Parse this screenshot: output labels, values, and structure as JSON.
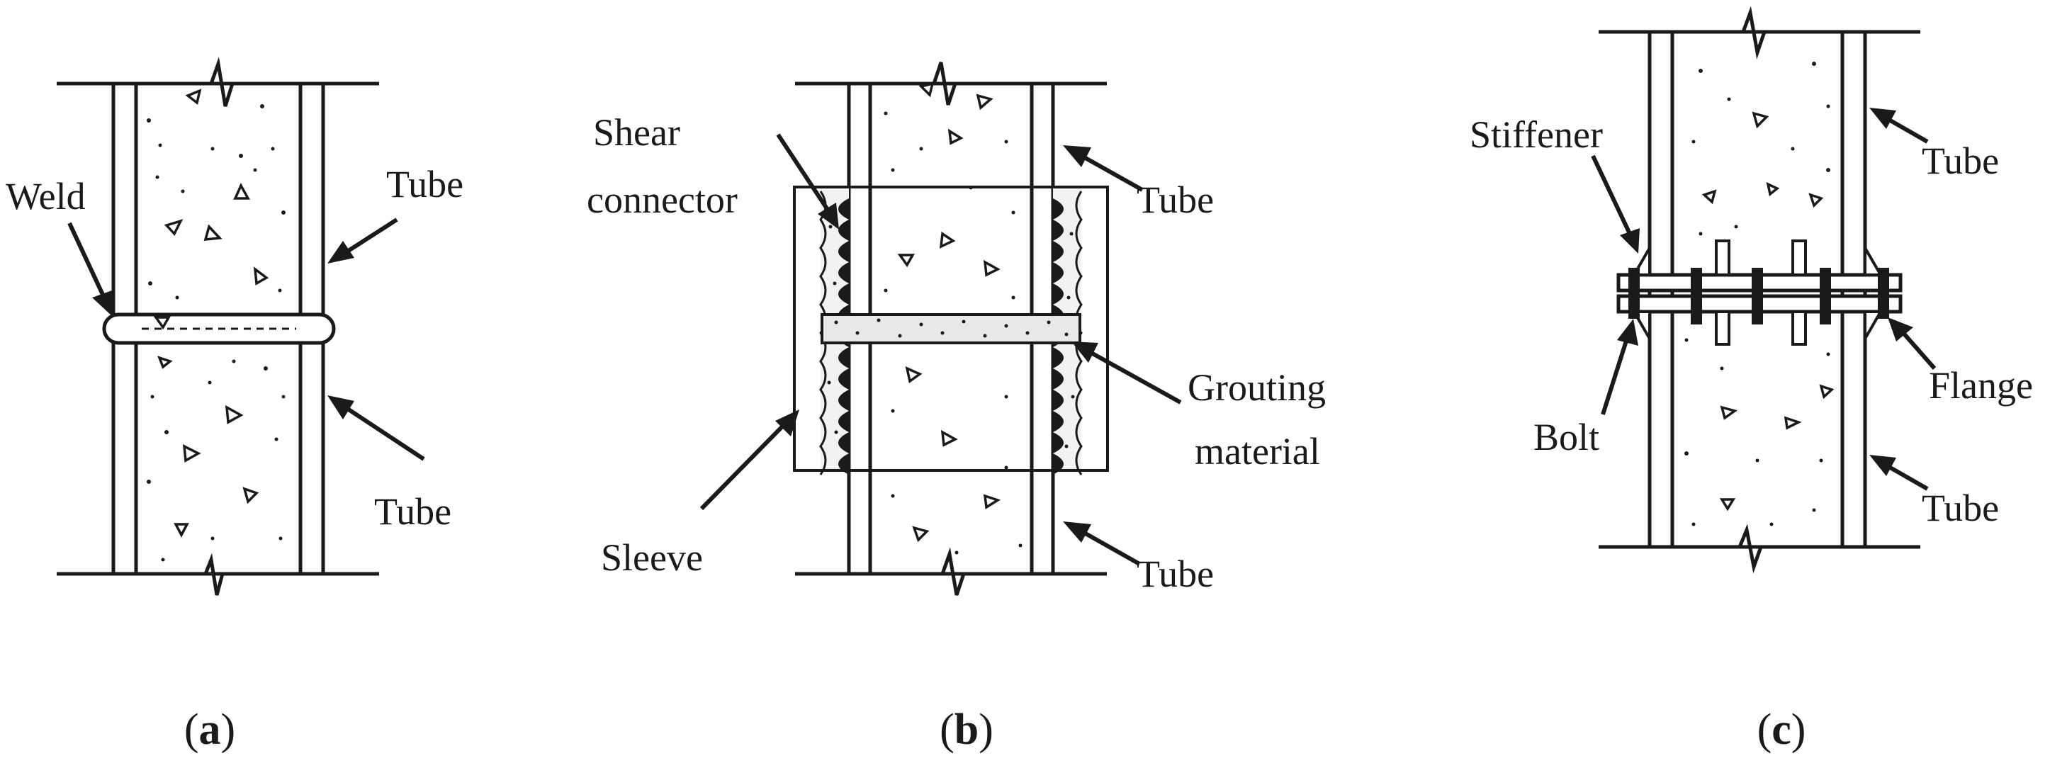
{
  "panel_a": {
    "labels": {
      "weld": "Weld",
      "tube_top": "Tube",
      "tube_bottom": "Tube"
    },
    "caption": {
      "open": "(",
      "letter": "a",
      "close": ")"
    }
  },
  "panel_b": {
    "labels": {
      "shear_line1": "Shear",
      "shear_line2": "connector",
      "tube_top": "Tube",
      "tube_bottom": "Tube",
      "grouting_line1": "Grouting",
      "grouting_line2": "material",
      "sleeve": "Sleeve"
    },
    "caption": {
      "open": "(",
      "letter": "b",
      "close": ")"
    }
  },
  "panel_c": {
    "labels": {
      "stiffener": "Stiffener",
      "tube_top": "Tube",
      "bolt": "Bolt",
      "flange": "Flange",
      "tube_bottom": "Tube"
    },
    "caption": {
      "open": "(",
      "letter": "c",
      "close": ")"
    }
  }
}
